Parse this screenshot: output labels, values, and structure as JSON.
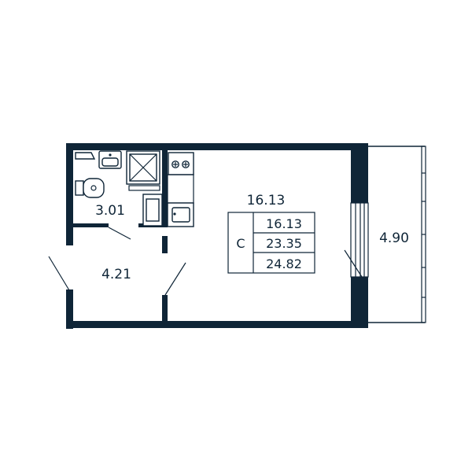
{
  "rooms": {
    "main_area": "16.13",
    "bathroom_area": "3.01",
    "hall_area": "4.21",
    "balcony_area": "4.90"
  },
  "summary_table": {
    "type_letter": "С",
    "living_area": "16.13",
    "total_area": "23.35",
    "total_with_balcony": "24.82"
  },
  "colors": {
    "wall": "#0f2537",
    "background": "#ffffff"
  }
}
